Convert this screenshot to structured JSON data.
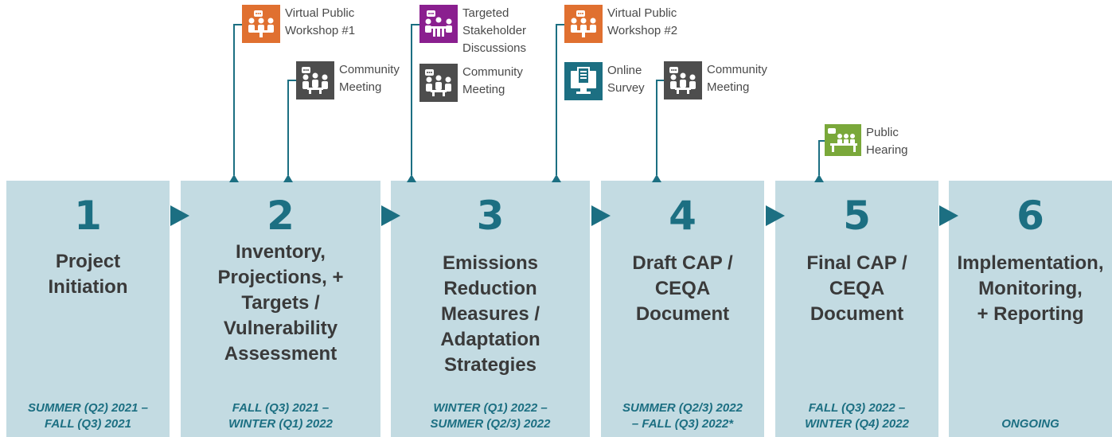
{
  "phases": [
    {
      "number": "1",
      "title": "Project\nInitiation",
      "date": "SUMMER (Q2) 2021 –\nFALL (Q3) 2021"
    },
    {
      "number": "2",
      "title": "Inventory,\nProjections, +\nTargets /\nVulnerability\nAssessment",
      "date": "FALL (Q3) 2021 –\nWINTER (Q1) 2022"
    },
    {
      "number": "3",
      "title": "Emissions\nReduction\nMeasures /\nAdaptation\nStrategies",
      "date": "WINTER (Q1) 2022 –\nSUMMER (Q2/3) 2022"
    },
    {
      "number": "4",
      "title": "Draft CAP /\nCEQA\nDocument",
      "date": "SUMMER  (Q2/3) 2022\n– FALL (Q3) 2022*"
    },
    {
      "number": "5",
      "title": "Final CAP /\nCEQA\nDocument",
      "date": "FALL (Q3) 2022 –\nWINTER (Q4) 2022"
    },
    {
      "number": "6",
      "title": "Implementation,\nMonitoring,\n+ Reporting",
      "date": "ONGOING"
    }
  ],
  "events": [
    {
      "label": "Virtual Public\nWorkshop #1",
      "icon": "workshop-icon",
      "color": "#e07030"
    },
    {
      "label": "Community\nMeeting",
      "icon": "meeting-icon",
      "color": "#4d4d4d"
    },
    {
      "label": "Targeted\nStakeholder\nDiscussions",
      "icon": "stakeholder-icon",
      "color": "#8a1f8f"
    },
    {
      "label": "Community\nMeeting",
      "icon": "meeting-icon",
      "color": "#4d4d4d"
    },
    {
      "label": "Virtual Public\nWorkshop #2",
      "icon": "workshop-icon",
      "color": "#e07030"
    },
    {
      "label": "Online\nSurvey",
      "icon": "survey-icon",
      "color": "#1c6f82"
    },
    {
      "label": "Community\nMeeting",
      "icon": "meeting-icon",
      "color": "#4d4d4d"
    },
    {
      "label": "Public\nHearing",
      "icon": "hearing-icon",
      "color": "#7aa83a"
    }
  ],
  "colors": {
    "phase_bg": "#c3dbe2",
    "accent": "#1c6f82",
    "text": "#3a3a3a"
  }
}
